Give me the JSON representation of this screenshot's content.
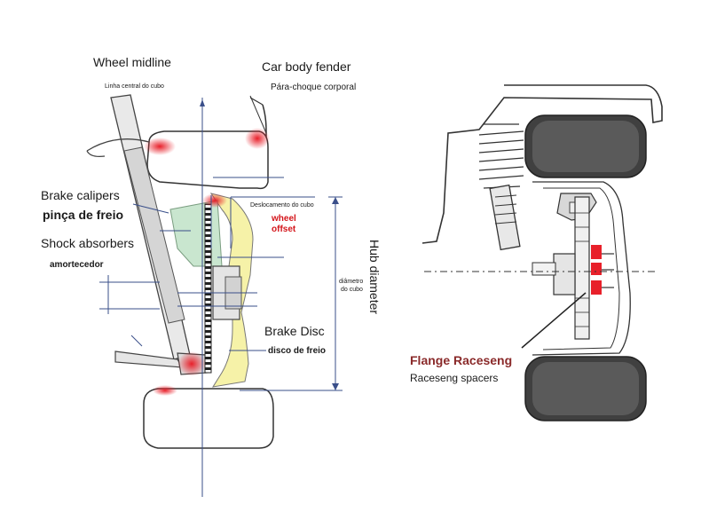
{
  "left_labels": {
    "wheel_midline": "Wheel midline",
    "wheel_midline_pt": "Linha central do cubo",
    "car_body_fender": "Car body fender",
    "car_body_fender_pt": "Pára-choque corporal",
    "brake_calipers": "Brake calipers",
    "brake_calipers_pt": "pinça de freio",
    "shock_absorbers": "Shock absorbers",
    "shock_absorbers_pt": "amortecedor",
    "hub_offset_pt": "Deslocamento do cubo",
    "wheel_offset_line1": "wheel",
    "wheel_offset_line2": "offset",
    "hub_diameter": "Hub diameter",
    "hub_diameter_pt_line1": "diâmetro",
    "hub_diameter_pt_line2": "do cubo",
    "brake_disc": "Brake Disc",
    "brake_disc_pt": "disco de freio"
  },
  "right_labels": {
    "flange": "Flange Raceseng",
    "spacers": "Raceseng spacers"
  },
  "colors": {
    "accent_red": "#d4141a",
    "label_brown": "#8a2a2a",
    "guide_blue": "#3a4f8a"
  }
}
